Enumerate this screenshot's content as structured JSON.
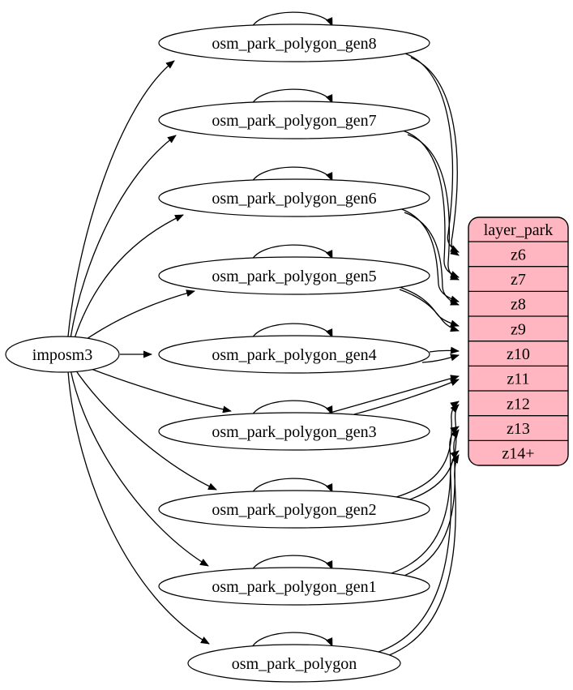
{
  "diagram": {
    "source_node": {
      "label": "imposm3"
    },
    "table_nodes": [
      {
        "id": "gen8",
        "label": "osm_park_polygon_gen8"
      },
      {
        "id": "gen7",
        "label": "osm_park_polygon_gen7"
      },
      {
        "id": "gen6",
        "label": "osm_park_polygon_gen6"
      },
      {
        "id": "gen5",
        "label": "osm_park_polygon_gen5"
      },
      {
        "id": "gen4",
        "label": "osm_park_polygon_gen4"
      },
      {
        "id": "gen3",
        "label": "osm_park_polygon_gen3"
      },
      {
        "id": "gen2",
        "label": "osm_park_polygon_gen2"
      },
      {
        "id": "gen1",
        "label": "osm_park_polygon_gen1"
      },
      {
        "id": "polygon",
        "label": "osm_park_polygon"
      }
    ],
    "layer_table": {
      "title": "layer_park",
      "rows": [
        "z6",
        "z7",
        "z8",
        "z9",
        "z10",
        "z11",
        "z12",
        "z13",
        "z14+"
      ]
    },
    "edges": {
      "from_source": [
        "gen8",
        "gen7",
        "gen6",
        "gen5",
        "gen4",
        "gen3",
        "gen2",
        "gen1",
        "polygon"
      ],
      "self_loops": [
        "gen8",
        "gen7",
        "gen6",
        "gen5",
        "gen4",
        "gen3",
        "gen2",
        "gen1",
        "polygon"
      ],
      "to_rows": [
        {
          "from": "gen8",
          "to": "z6"
        },
        {
          "from": "gen7",
          "to": "z7"
        },
        {
          "from": "gen6",
          "to": "z8"
        },
        {
          "from": "gen5",
          "to": "z9"
        },
        {
          "from": "gen4",
          "to": "z10"
        },
        {
          "from": "gen3",
          "to": "z11"
        },
        {
          "from": "gen2",
          "to": "z12"
        },
        {
          "from": "gen1",
          "to": "z13"
        },
        {
          "from": "polygon",
          "to": "z14+"
        }
      ]
    },
    "colors": {
      "table_fill": "#ffb6c1",
      "node_fill": "#ffffff",
      "stroke": "#000000",
      "background": "#ffffff"
    }
  }
}
